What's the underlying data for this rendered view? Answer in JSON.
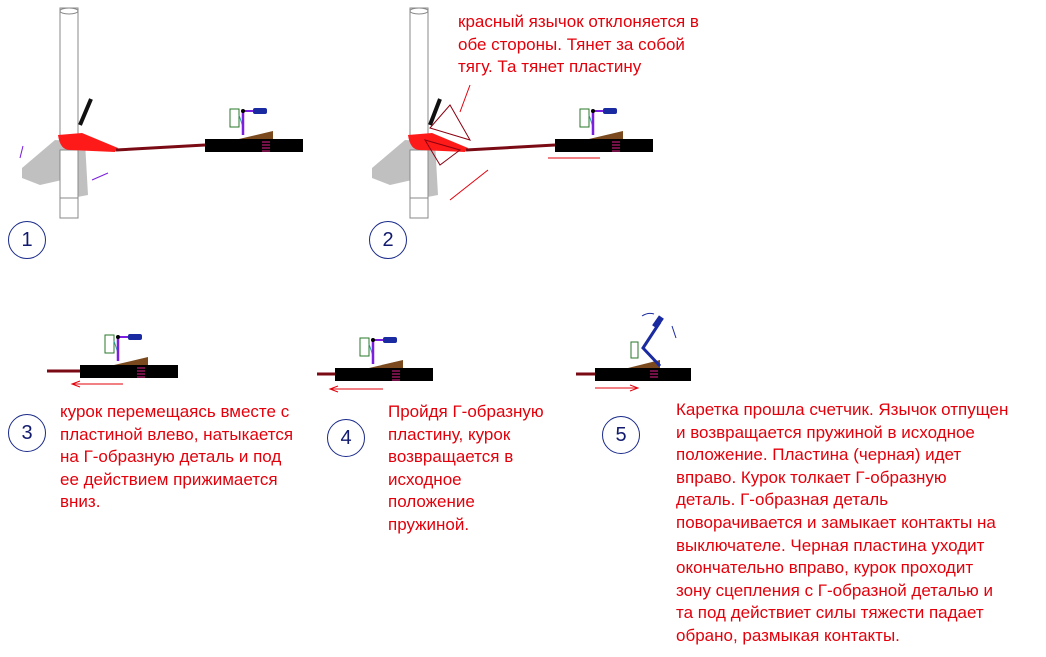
{
  "steps": [
    {
      "number": "1",
      "caption": "красный язычок отклоняется в\nобе стороны. Тянет за собой\nтягу. Та тянет пластину"
    },
    {
      "number": "2"
    },
    {
      "number": "3",
      "caption": "курок перемещаясь вместе с\nпластиной влево, натыкается\nна Г-образную деталь и под\nее действием прижимается\nвниз."
    },
    {
      "number": "4",
      "caption": "Пройдя Г-образную\nпластину, курок\nвозвращается в\nисходное\nположение\nпружиной."
    },
    {
      "number": "5",
      "caption": "Каретка прошла счетчик. Язычок отпущен\nи возвращается пружиной в исходное\nположение. Пластина (черная) идет\nвправо. Курок толкает Г-образную\nдеталь. Г-образная деталь\nповорачивается и замыкает контакты на\nвыключателе. Черная пластина уходит\nокончательно вправо, курок проходит\nзону сцепления с Г-образной деталью и\nта под действиет силы тяжести падает\nобрано, размыкая контакты."
    }
  ],
  "colors": {
    "text": "#e3000b",
    "plate": "#000000",
    "rod": "#7a0a14",
    "lever": "#ff1a1a",
    "wedge": "#7a4a1e",
    "spring": "#e0208a",
    "pole": "#888888",
    "body": "#c0c0c0",
    "switch": "#1a2aa0",
    "trigger": "#7a1ee0",
    "contact": "#2a7a2a",
    "number": "#111a6e"
  }
}
